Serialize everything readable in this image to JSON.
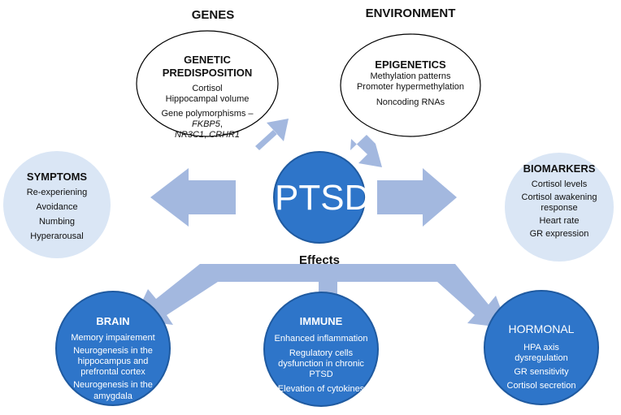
{
  "headers": {
    "genes": "GENES",
    "environment": "ENVIRONMENT",
    "effects": "Effects"
  },
  "center": {
    "label": "PTSD"
  },
  "genetic": {
    "title_line1": "GENETIC",
    "title_line2": "PREDISPOSITION",
    "item1": "Cortisol",
    "item2": "Hippocampal volume",
    "item3_prefix": "Gene polymorphisms – ",
    "item3_gene1": "FKBP5",
    "item3_sep": ",",
    "item3_gene2": "NR3C1",
    "item3_gene3": "CRHR1"
  },
  "epigenetics": {
    "title": "EPIGENETICS",
    "items": [
      "Methylation patterns",
      "Promoter hypermethylation",
      "Noncoding RNAs"
    ]
  },
  "symptoms": {
    "title": "SYMPTOMS",
    "items": [
      "Re-experiening",
      "Avoidance",
      "Numbing",
      "Hyperarousal"
    ]
  },
  "biomarkers": {
    "title": "BIOMARKERS",
    "items": [
      "Cortisol levels",
      "Cortisol awakening",
      "response",
      "Heart rate",
      "GR expression"
    ]
  },
  "brain": {
    "title": "BRAIN",
    "items": [
      "Memory impairement",
      "Neurogenesis in the",
      "hippocampus and",
      "prefrontal cortex",
      "Neurogenesis in the",
      "amygdala"
    ]
  },
  "immune": {
    "title": "IMMUNE",
    "items": [
      "Enhanced inflammation",
      "Regulatory cells",
      "dysfunction in chronic",
      "PTSD",
      "Elevation of cytokines"
    ]
  },
  "hormonal": {
    "title": "HORMONAL",
    "items": [
      "HPA axis",
      "dysregulation",
      "GR sensitivity",
      "Cortisol secretion"
    ]
  },
  "colors": {
    "dark_blue": "#2e75c9",
    "dark_blue_stroke": "#1f5aa0",
    "light_blue": "#dae6f5",
    "arrow": "#a3b8df"
  }
}
